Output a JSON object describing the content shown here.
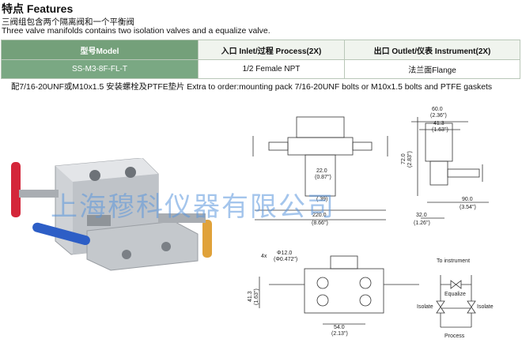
{
  "header": {
    "title": "特点 Features",
    "line_cn": "三阀组包含两个隔离阀和一个平衡阀",
    "line_en": "Three valve manifolds contains two isolation valves and a equalize valve."
  },
  "spec_table": {
    "headers": [
      "型号Model",
      "入口 Inlet/过程 Process(2X)",
      "出口 Outlet/仪表 Instrument(2X)"
    ],
    "row": [
      "SS-M3-8F-FL-T",
      "1/2 Female NPT",
      "法兰面Flange"
    ],
    "colors": {
      "model_header": "#74a07a",
      "model_cell": "#7aa883",
      "header": "#f0f4ee"
    }
  },
  "note": "配7/16-20UNF或M10x1.5 安装螺栓及PTFE垫片  Extra to order:mounting pack 7/16-20UNF bolts or M10x1.5 bolts and PTFE gaskets",
  "watermark": "上海穆科仪器有限公司",
  "photo": {
    "colors": {
      "body": "#c9ccd0",
      "handle_red": "#d4263a",
      "handle_blue": "#2d5ec6",
      "handle_gold": "#e0a23a"
    }
  },
  "dimensions": {
    "front_22": "22.0",
    "front_22_in": "(0.87\")",
    "front_39": "(.39)",
    "front_220": "220.0",
    "front_220_in": "(8.66\")",
    "side_600": "60.0",
    "side_600_in": "(2.36\")",
    "side_413": "41.3",
    "side_413_in": "(1.63\")",
    "side_720": "72.0",
    "side_720_in": "(2.83\")",
    "side_900": "90.0",
    "side_900_in": "(3.54\")",
    "side_320": "32.0",
    "side_320_in": "(1.26\")",
    "bottom_hole": "4x",
    "bottom_hole_dia": "Φ12.0",
    "bottom_hole_dia_in": "(Φ0.472\")",
    "bottom_413": "41.3",
    "bottom_413_in": "(1.63\")",
    "bottom_540": "54.0",
    "bottom_540_in": "(2.13\")"
  },
  "schematic": {
    "to_instrument": "To instrument",
    "equalize": "Equalize",
    "isolate_left": "Isolate",
    "isolate_right": "Isolate",
    "process": "Process"
  }
}
